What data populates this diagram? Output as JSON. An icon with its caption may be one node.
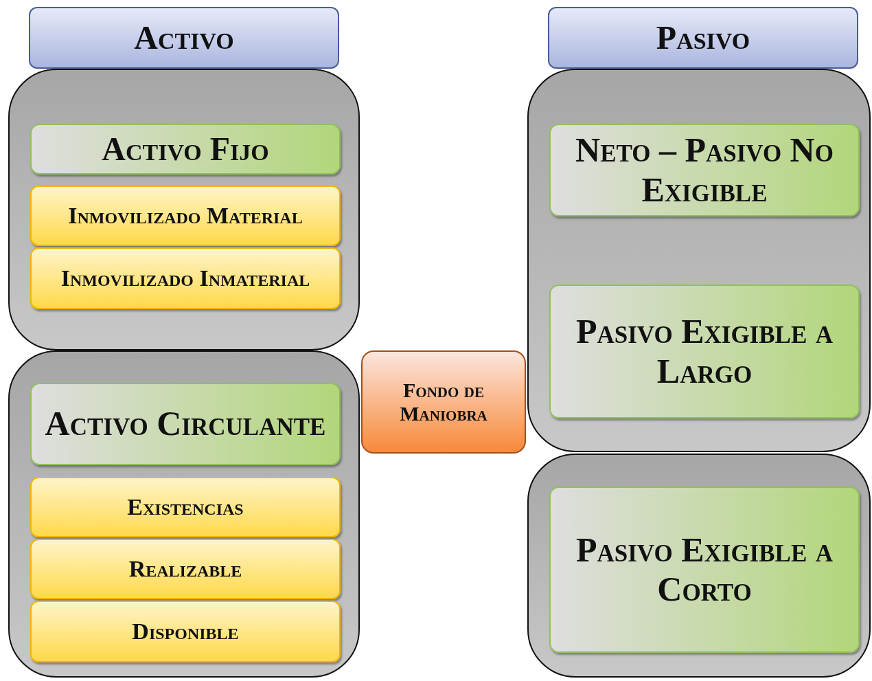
{
  "diagram": {
    "nodes": [
      {
        "text": [
          "Activo"
        ]
      },
      {
        "text": [],
        "shape": "box"
      },
      {
        "text": [
          "Activo Fijo"
        ],
        "in": 1
      },
      {
        "text": [
          "Inmovilizado Material"
        ],
        "in": 1
      },
      {
        "text": [
          "Inmovilizado Inmaterial"
        ],
        "in": 1
      },
      {
        "text": [],
        "shape": "box"
      },
      {
        "text": [
          "Activo Circulante"
        ],
        "in": 5
      },
      {
        "text": [
          "Existencias"
        ],
        "in": 5
      },
      {
        "text": [
          "Realizable"
        ],
        "in": 5
      },
      {
        "text": [
          "Disponible"
        ],
        "in": 5
      },
      {
        "text": [
          "Fondo de Maniobra"
        ]
      },
      {
        "text": [
          "Pasivo"
        ]
      },
      {
        "text": [],
        "shape": "box"
      },
      {
        "text": [
          "Neto – Pasivo No Exigible"
        ],
        "in": 12
      },
      {
        "text": [
          "Pasivo Exigible a Largo"
        ],
        "in": 12
      },
      {
        "text": [],
        "shape": "box"
      },
      {
        "text": [
          "Pasivo Exigible a Corto"
        ],
        "in": 15
      }
    ],
    "edges": []
  }
}
